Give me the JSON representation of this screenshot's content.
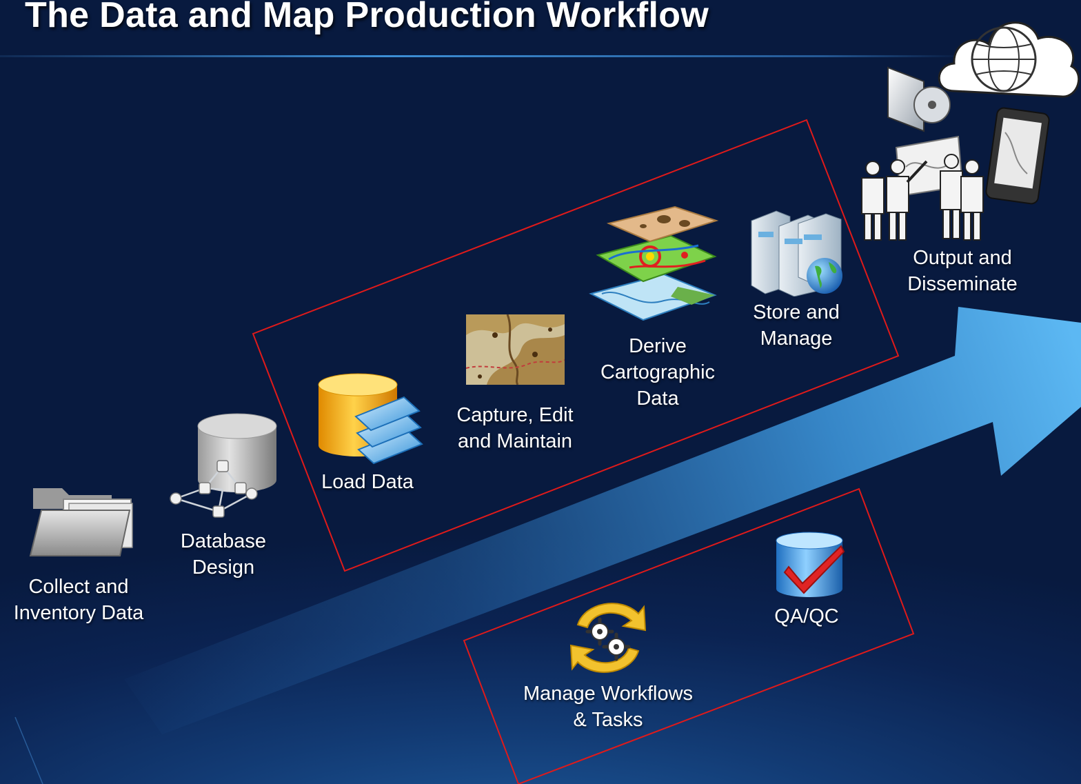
{
  "slide": {
    "title": "The Data and Map Production Workflow"
  },
  "steps": {
    "collect": "Collect and\nInventory Data",
    "database_design": "Database\nDesign",
    "load": "Load Data",
    "capture": "Capture, Edit\nand Maintain",
    "derive": "Derive\nCartographic\nData",
    "store": "Store and\nManage",
    "output": "Output and\nDisseminate",
    "qaqc": "QA/QC",
    "workflows": "Manage  Workflows\n& Tasks"
  },
  "icons": {
    "collect": "folder-icon",
    "database_design": "database-schema-icon",
    "load": "database-layers-icon",
    "capture": "map-edit-icon",
    "derive": "map-layers-icon",
    "store": "servers-globe-icon",
    "output": "dissemination-icon",
    "qaqc": "database-check-icon",
    "workflows": "gear-cycle-icon"
  },
  "colors": {
    "background": "#0b2352",
    "group_outline": "#e01a1a",
    "arrow": "#49a9ec",
    "text": "#ffffff"
  }
}
